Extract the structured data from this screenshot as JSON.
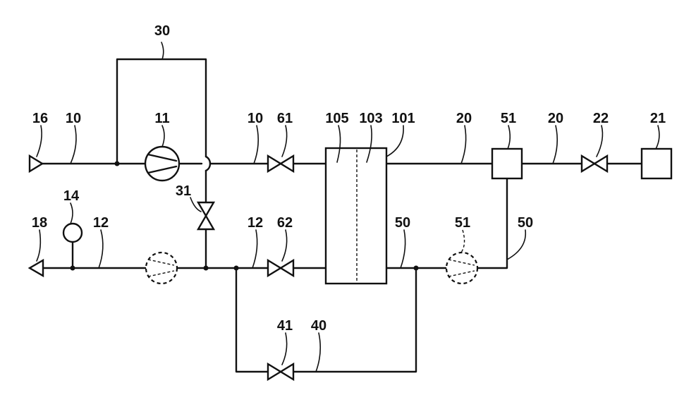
{
  "labels": {
    "l30": "30",
    "l16": "16",
    "l10a": "10",
    "l11": "11",
    "l10b": "10",
    "l61": "61",
    "l105": "105",
    "l103": "103",
    "l101": "101",
    "l20a": "20",
    "l51a": "51",
    "l20b": "20",
    "l22": "22",
    "l21": "21",
    "l14": "14",
    "l18": "18",
    "l12a": "12",
    "l31": "31",
    "l12b": "12",
    "l62": "62",
    "l50a": "50",
    "l51b": "51",
    "l50b": "50",
    "l41": "41",
    "l40": "40"
  }
}
